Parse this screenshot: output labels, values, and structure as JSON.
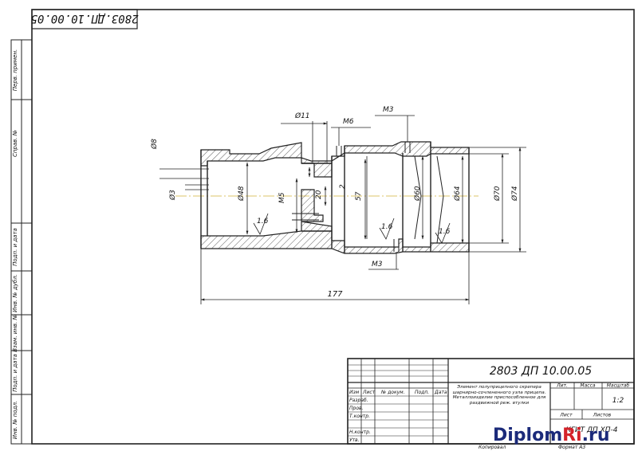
{
  "drawing": {
    "mirrored_code": "2803.ДП.10.00.05",
    "side_labels": [
      "Перв. примен.",
      "Справ. №",
      "Подп. и дата",
      "Инв. № дубл.",
      "Взам. инв. №",
      "Подп. и дата",
      "Инв. № подл."
    ],
    "dimensions": {
      "d11": "Ø11",
      "m6": "М6",
      "m_top": "М3",
      "d8": "Ø8",
      "d3": "Ø3",
      "d48": "Ø48",
      "m5": "М5",
      "d20": "20",
      "two": "2",
      "d57": "57",
      "d60": "Ø60",
      "d64": "Ø64",
      "d70": "Ø70",
      "d74": "Ø74",
      "len177": "177",
      "m_bottom": "М3"
    },
    "roughness": [
      "1.6",
      "1.6",
      "1.6"
    ]
  },
  "title_block": {
    "code": "2803 ДП 10.00.05",
    "description": "Элемент полуприцепного скрепера шарнирно-сочлененного узла прицепа. Металлоизделие приспособленное для раздвижной реж. втулки",
    "headers": [
      "Изм",
      "Лист",
      "№ докум.",
      "Подп.",
      "Дата"
    ],
    "rows": [
      "Разраб.",
      "Пров.",
      "Т.контр.",
      "",
      "Н.контр.",
      "Утв."
    ],
    "lit_label": "Лит.",
    "mass_label": "Масса",
    "scale_label": "Масштаб",
    "scale_value": "1:2",
    "sheet_label": "Лист",
    "sheets_label": "Листов",
    "org": "КГИТ ДП ХП-4",
    "copied": "Копировал",
    "format": "Формат А3"
  },
  "watermark": {
    "main": "Diplom",
    "accent": "Ri",
    "tail": ".ru"
  },
  "colors": {
    "line": "#1a1a1a",
    "hatch": "#333333",
    "axis": "#d4b23a",
    "watermark_dark": "#1b2a7a",
    "watermark_accent": "#d4232a"
  }
}
